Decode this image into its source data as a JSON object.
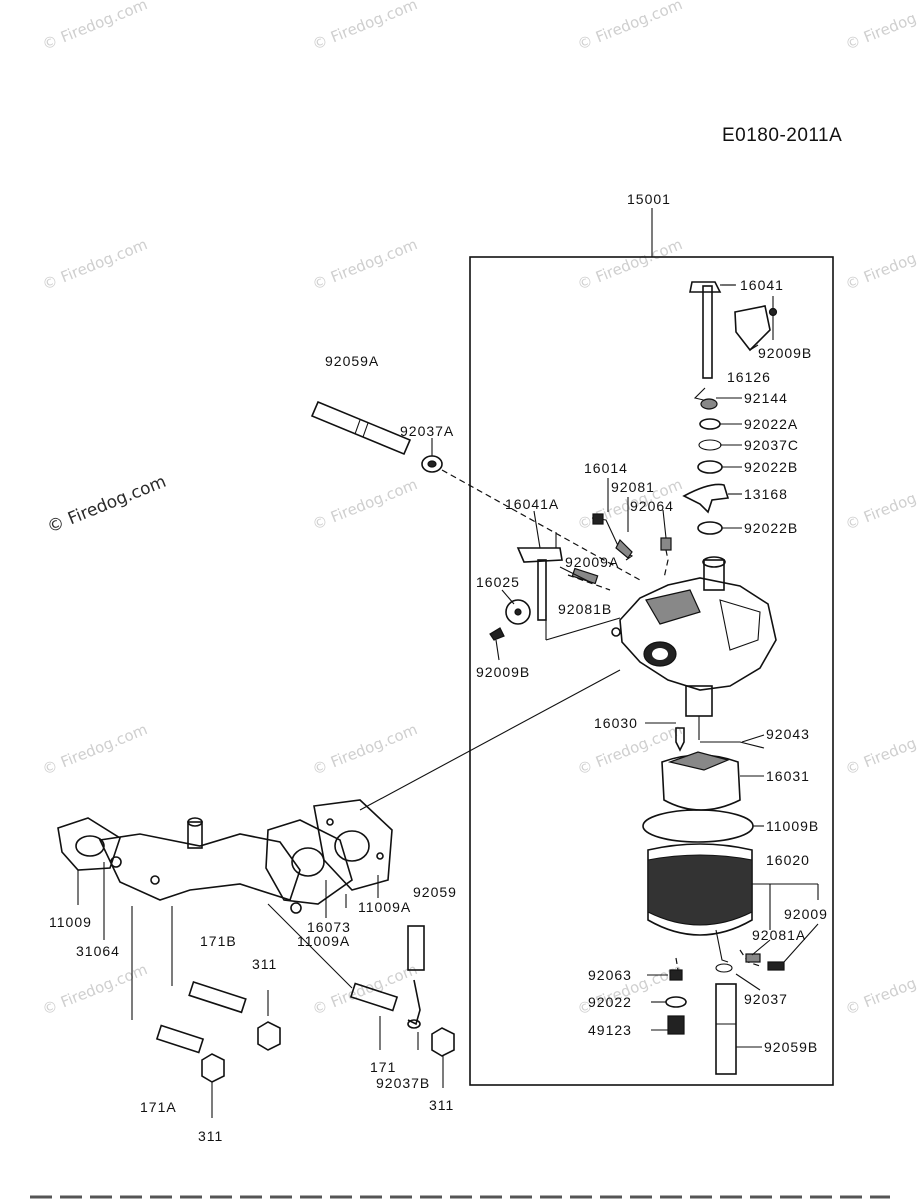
{
  "diagram": {
    "code": "E0180-2011A",
    "watermark_small": "© Firedog.com",
    "watermark_large": "© Firedog.com",
    "labels": {
      "p15001": "15001",
      "p16041": "16041",
      "p92009B_top": "92009B",
      "p16126": "16126",
      "p92144": "92144",
      "p92022A": "92022A",
      "p92037C": "92037C",
      "p92022B_1": "92022B",
      "p13168": "13168",
      "p92022B_2": "92022B",
      "p92059A": "92059A",
      "p92037A": "92037A",
      "p16014": "16014",
      "p92081": "92081",
      "p16041A": "16041A",
      "p92064": "92064",
      "p92009A": "92009A",
      "p16025": "16025",
      "p92081B": "92081B",
      "p92009B_left": "92009B",
      "p16030": "16030",
      "p92043": "92043",
      "p16031": "16031",
      "p11009B": "11009B",
      "p16020": "16020",
      "p92009": "92009",
      "p92081A": "92081A",
      "p92063": "92063",
      "p92037": "92037",
      "p92022": "92022",
      "p49123": "49123",
      "p92059B": "92059B",
      "p11009": "11009",
      "p31064": "31064",
      "p16073": "16073",
      "p11009A_1": "11009A",
      "p11009A_2": "11009A",
      "p92059": "92059",
      "p171B": "171B",
      "p311_1": "311",
      "p171": "171",
      "p92037B": "92037B",
      "p311_2": "311",
      "p171A": "171A",
      "p311_3": "311"
    }
  }
}
